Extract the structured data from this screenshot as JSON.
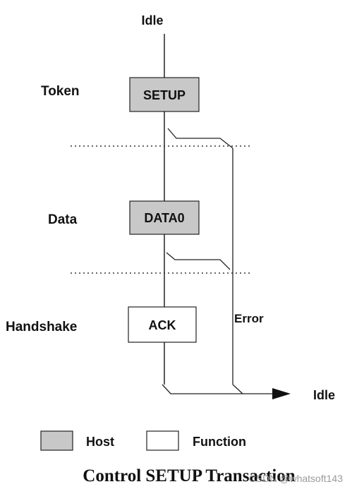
{
  "diagram": {
    "idle_top": "Idle",
    "idle_right": "Idle",
    "stages": {
      "token": {
        "label": "Token",
        "packet": "SETUP"
      },
      "data": {
        "label": "Data",
        "packet": "DATA0"
      },
      "handshake": {
        "label": "Handshake",
        "packet": "ACK"
      }
    },
    "error_label": "Error",
    "legend": {
      "host": "Host",
      "function": "Function"
    },
    "caption": "Control SETUP Transaction",
    "watermark": "CSDN @whatsoft143"
  },
  "colors": {
    "host_fill": "#c8c8c8",
    "function_fill": "#ffffff",
    "line": "#222222"
  }
}
